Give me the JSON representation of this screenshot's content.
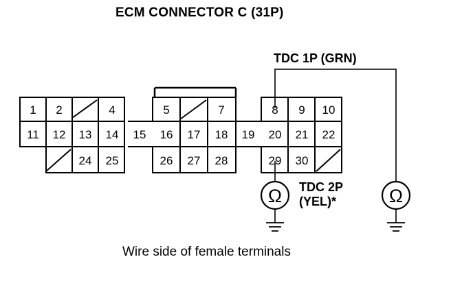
{
  "title": "ECM CONNECTOR C (31P)",
  "terminals": [
    "1",
    "2",
    "4",
    "5",
    "7",
    "8",
    "9",
    "10",
    "11",
    "12",
    "13",
    "14",
    "15",
    "16",
    "17",
    "18",
    "19",
    "20",
    "21",
    "22",
    "24",
    "25",
    "26",
    "27",
    "28",
    "29",
    "30"
  ],
  "labels": {
    "tdc1p": "TDC 1P (GRN)",
    "tdc2p_line1": "TDC 2P",
    "tdc2p_line2": "(YEL)*"
  },
  "meter_symbol": "Ω",
  "caption": "Wire side of female terminals"
}
